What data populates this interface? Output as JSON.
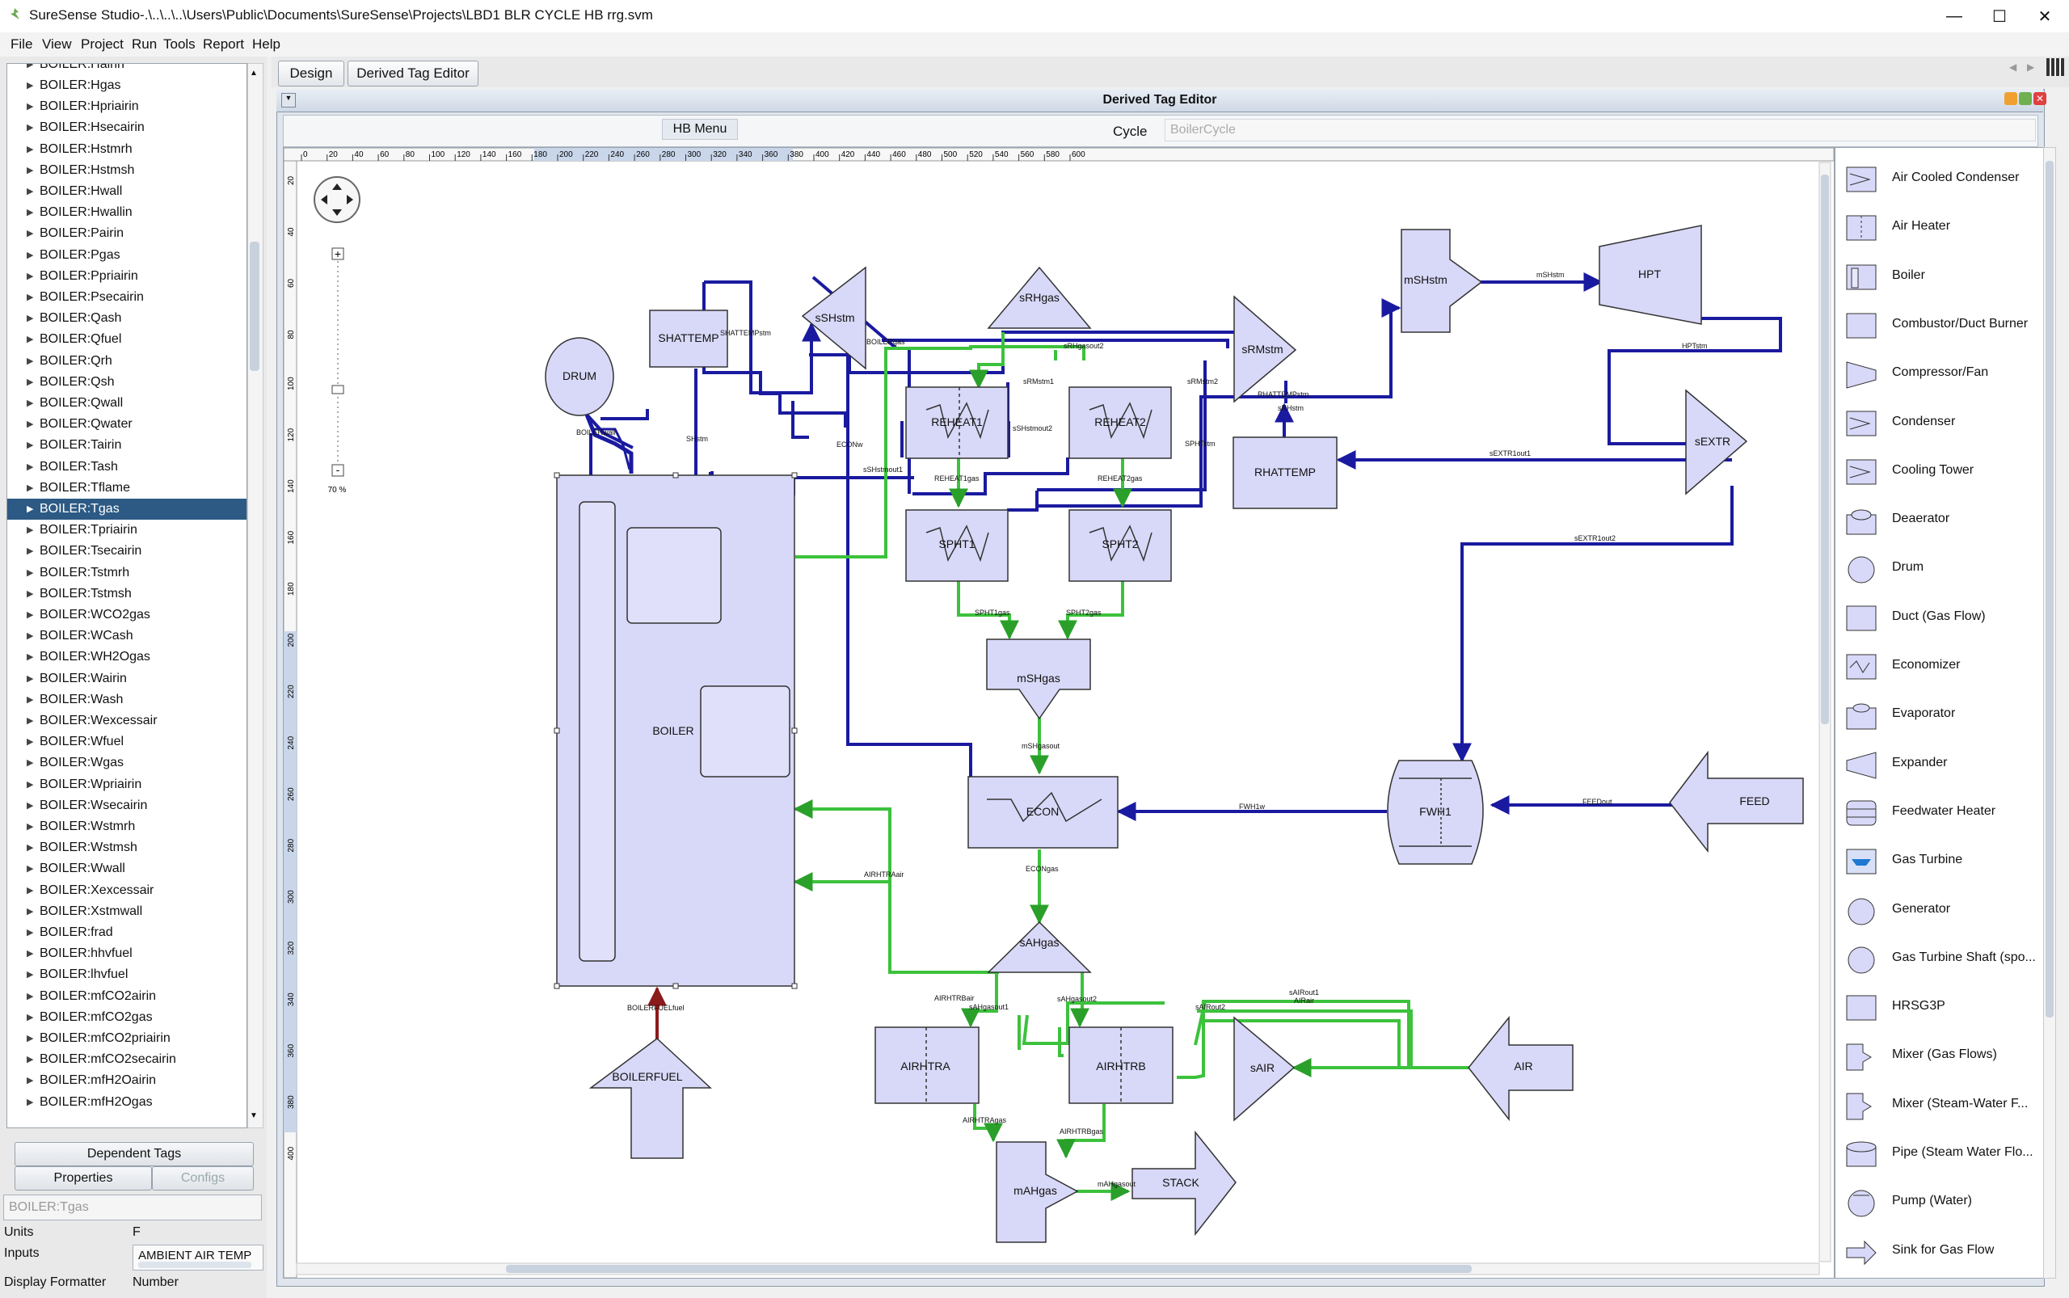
{
  "window": {
    "title": "SureSense Studio-.\\..\\..\\..\\Users\\Public\\Documents\\SureSense\\Projects\\LBD1 BLR CYCLE HB rrg.svm"
  },
  "menu": [
    "File",
    "View",
    "Project",
    "Run",
    "Tools",
    "Report",
    "Help"
  ],
  "tree": {
    "partial_top": "BOILER:Hairin",
    "items": [
      "BOILER:Hgas",
      "BOILER:Hpriairin",
      "BOILER:Hsecairin",
      "BOILER:Hstmrh",
      "BOILER:Hstmsh",
      "BOILER:Hwall",
      "BOILER:Hwallin",
      "BOILER:Pairin",
      "BOILER:Pgas",
      "BOILER:Ppriairin",
      "BOILER:Psecairin",
      "BOILER:Qash",
      "BOILER:Qfuel",
      "BOILER:Qrh",
      "BOILER:Qsh",
      "BOILER:Qwall",
      "BOILER:Qwater",
      "BOILER:Tairin",
      "BOILER:Tash",
      "BOILER:Tflame",
      "BOILER:Tgas",
      "BOILER:Tpriairin",
      "BOILER:Tsecairin",
      "BOILER:Tstmrh",
      "BOILER:Tstmsh",
      "BOILER:WCO2gas",
      "BOILER:WCash",
      "BOILER:WH2Ogas",
      "BOILER:Wairin",
      "BOILER:Wash",
      "BOILER:Wexcessair",
      "BOILER:Wfuel",
      "BOILER:Wgas",
      "BOILER:Wpriairin",
      "BOILER:Wsecairin",
      "BOILER:Wstmrh",
      "BOILER:Wstmsh",
      "BOILER:Wwall",
      "BOILER:Xexcessair",
      "BOILER:Xstmwall",
      "BOILER:frad",
      "BOILER:hhvfuel",
      "BOILER:lhvfuel",
      "BOILER:mfCO2airin",
      "BOILER:mfCO2gas",
      "BOILER:mfCO2priairin",
      "BOILER:mfCO2secairin",
      "BOILER:mfH2Oairin",
      "BOILER:mfH2Ogas"
    ],
    "selected": "BOILER:Tgas"
  },
  "bottom_left": {
    "dependent_tags": "Dependent Tags",
    "properties": "Properties",
    "configs": "Configs",
    "tag_field": "BOILER:Tgas",
    "units_label": "Units",
    "units_value": "F",
    "inputs_label": "Inputs",
    "inputs_value": "AMBIENT AIR TEMP",
    "formatter_label": "Display Formatter",
    "formatter_value": "Number"
  },
  "tabs": {
    "design": "Design",
    "derived_tag_editor": "Derived Tag Editor"
  },
  "editor": {
    "title": "Derived Tag Editor",
    "hb_menu": "HB Menu",
    "cycle_label": "Cycle",
    "cycle_value": "BoilerCycle",
    "zoom": "70 %"
  },
  "ruler": {
    "top_ticks": [
      "0",
      "20",
      "40",
      "60",
      "80",
      "100",
      "120",
      "140",
      "160",
      "180",
      "200",
      "220",
      "240",
      "260",
      "280",
      "300",
      "320",
      "340",
      "360",
      "380",
      "400",
      "420",
      "440",
      "460",
      "480",
      "500",
      "520",
      "540",
      "560",
      "580",
      "600"
    ],
    "left_ticks": [
      "20",
      "40",
      "60",
      "80",
      "100",
      "120",
      "140",
      "160",
      "180",
      "200",
      "220",
      "240",
      "260",
      "280",
      "300",
      "320",
      "340",
      "360",
      "380",
      "400"
    ]
  },
  "diagram": {
    "components": {
      "drum": "DRUM",
      "shattemp": "SHATTEMP",
      "sshstm": "sSHstm",
      "srhgas": "sRHgas",
      "srmstm": "sRMstm",
      "mshstm": "mSHstm",
      "hpt": "HPT",
      "sextr": "sEXTR",
      "rhattemp": "RHATTEMP",
      "reheat1": "REHEAT1",
      "reheat2": "REHEAT2",
      "spht1": "SPHT1",
      "spht2": "SPHT2",
      "mshgas": "mSHgas",
      "econ": "ECON",
      "fwh1": "FWH1",
      "feed": "FEED",
      "boiler": "BOILER",
      "boilerfuel": "BOILERFUEL",
      "sahgas": "sAHgas",
      "airhtra": "AIRHTRA",
      "airhtrb": "AIRHTRB",
      "sair": "sAIR",
      "air": "AIR",
      "mahgas": "mAHgas",
      "stack": "STACK"
    },
    "stream_labels": {
      "shattempstm": "SHATTEMPstm",
      "boilergas": "BOILERgas",
      "srhgasout2": "sRHgasout2",
      "msh": "mSHstm",
      "hptstm": "HPTstm",
      "srmstm1": "sRMstm1",
      "srmstm2": "sRMstm2",
      "rhattempstm": "RHATTEMPstm",
      "srhstm": "sRHstm",
      "sextr1out1": "sEXTR1out1",
      "econw": "ECONw",
      "sshstmout2": "sSHstmout2",
      "sphstm": "SPHTstm",
      "sshstmout1": "sSHstmout1",
      "reheat1gas": "REHEAT1gas",
      "reheat2gas": "REHEAT2gas",
      "sextr1out2": "sEXTR1out2",
      "spht1gas": "SPHT1gas",
      "spht2gas": "SPHT2gas",
      "mshgasout": "mSHgasout",
      "fwh1w": "FWH1w",
      "feedout": "FEEDout",
      "airhtraair": "AIRHTRAair",
      "econgas": "ECONgas",
      "airhtrbair": "AIRHTRBair",
      "sahgasout2": "sAHgasout2",
      "sahgasout1": "sAHgasout1",
      "sairout1": "sAIRout1",
      "airair": "AIRair",
      "sairout2": "sAIRout2",
      "boilerfuelfuel": "BOILERFUELfuel",
      "airhtragas": "AIRHTRAgas",
      "airhtrbgas": "AIRHTRBgas",
      "mahgasout": "mAHgasout",
      "boilerwall": "BOILERwall",
      "boilerstm": "SHstm"
    }
  },
  "palette": [
    "Air Cooled Condenser",
    "Air Heater",
    "Boiler",
    "Combustor/Duct Burner",
    "Compressor/Fan",
    "Condenser",
    "Cooling Tower",
    "Deaerator",
    "Drum",
    "Duct (Gas Flow)",
    "Economizer",
    "Evaporator",
    "Expander",
    "Feedwater Heater",
    "Gas Turbine",
    "Generator",
    "Gas Turbine Shaft (spo...",
    "HRSG3P",
    "Mixer (Gas Flows)",
    "Mixer (Steam-Water F...",
    "Pipe (Steam Water Flo...",
    "Pump (Water)",
    "Sink for Gas Flow"
  ]
}
